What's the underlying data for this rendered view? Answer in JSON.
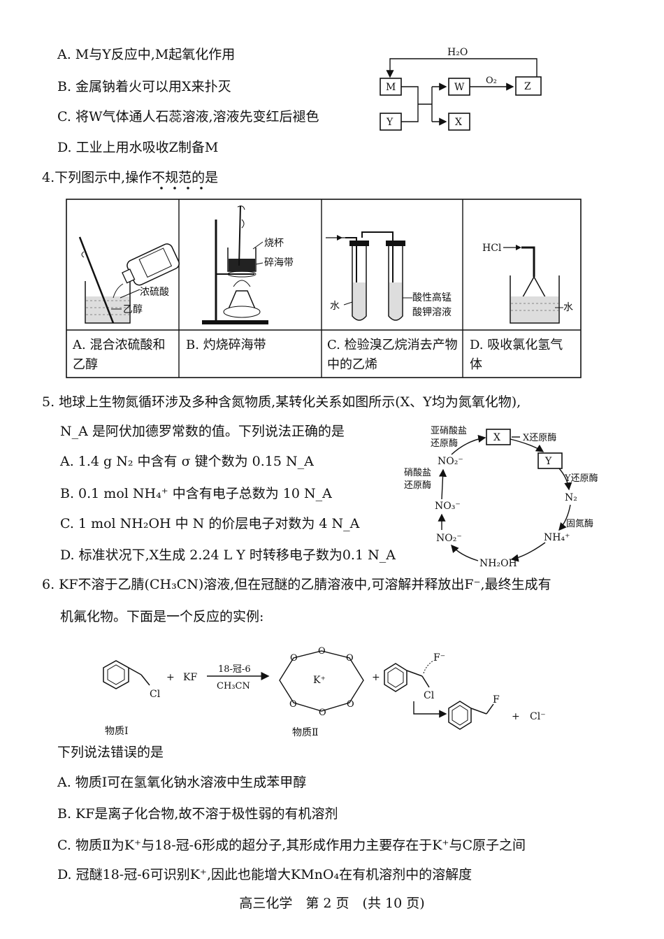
{
  "q3": {
    "options": [
      "A. M与Y反应中,M起氧化作用",
      "B. 金属钠着火可以用X来扑灭",
      "C. 将W气体通人石蕊溶液,溶液先变红后褪色",
      "D. 工业上用水吸收Z制备M"
    ],
    "diagram": {
      "h2o": "H₂O",
      "o2": "O₂",
      "m": "M",
      "w": "W",
      "z": "Z",
      "y": "Y",
      "x": "X"
    }
  },
  "q4": {
    "stem": "4.下列图示中,操作不规范的是",
    "panels": [
      {
        "caption": "A. 混合浓硫酸和乙醇",
        "labels": [
          "浓硫酸",
          "乙醇"
        ]
      },
      {
        "caption": "B. 灼烧碎海带",
        "labels": [
          "烧杯",
          "碎海带"
        ]
      },
      {
        "caption": "C. 检验溴乙烷消去产物中的乙烯",
        "labels": [
          "水",
          "酸性高锰",
          "酸钾溶液"
        ]
      },
      {
        "caption": "D. 吸收氯化氢气体",
        "labels": [
          "HCl",
          "水"
        ]
      }
    ]
  },
  "q5": {
    "stem1": "5. 地球上生物氮循环涉及多种含氮物质,某转化关系如图所示(X、Y均为氮氧化物),",
    "stem2": "N_A 是阿伏加德罗常数的值。下列说法正确的是",
    "options": [
      "A. 1.4 g N₂ 中含有 σ 键个数为 0.15 N_A",
      "B. 0.1 mol NH₄⁺ 中含有电子总数为 10 N_A",
      "C. 1 mol NH₂OH 中 N 的价层电子对数为 4 N_A",
      "D. 标准状况下,X生成 2.24 L Y 时转移电子数为0.1 N_A"
    ],
    "cycle": {
      "x": "X",
      "y": "Y",
      "n2": "N₂",
      "nh4": "NH₄⁺",
      "nh2oh": "NH₂OH",
      "no2a": "NO₂⁻",
      "no3": "NO₃⁻",
      "no2b": "NO₂⁻",
      "x_enzyme": "X还原酶",
      "y_enzyme": "Y还原酶",
      "fix_enzyme": "固氮酶",
      "nitrite1": "亚硝酸盐",
      "nitrite2": "还原酶",
      "nitrate1": "硝酸盐",
      "nitrate2": "还原酶"
    }
  },
  "q6": {
    "stem1": "6. KF不溶于乙腈(CH₃CN)溶液,但在冠醚的乙腈溶液中,可溶解并释放出F⁻,最终生成有",
    "stem2": "机氟化物。下面是一个反应的实例:",
    "reaction": {
      "plus1": "+",
      "kf": "KF",
      "cond_top": "18-冠-6",
      "cond_bot": "CH₃CN",
      "plus2": "+",
      "plus3": "+",
      "cl_ion": "Cl⁻",
      "kplus": "K⁺",
      "f_minus": "F⁻",
      "cl": "Cl",
      "f": "F",
      "o": "O",
      "label1": "物质Ⅰ",
      "label2": "物质Ⅱ"
    },
    "ask": "下列说法错误的是",
    "options": [
      "A. 物质Ⅰ可在氢氧化钠水溶液中生成苯甲醇",
      "B. KF是离子化合物,故不溶于极性弱的有机溶剂",
      "C. 物质Ⅱ为K⁺与18-冠-6形成的超分子,其形成作用力主要存在于K⁺与C原子之间",
      "D. 冠醚18-冠-6可识别K⁺,因此也能增大KMnO₄在有机溶剂中的溶解度"
    ]
  },
  "footer": "高三化学　第 2 页　(共 10 页)"
}
